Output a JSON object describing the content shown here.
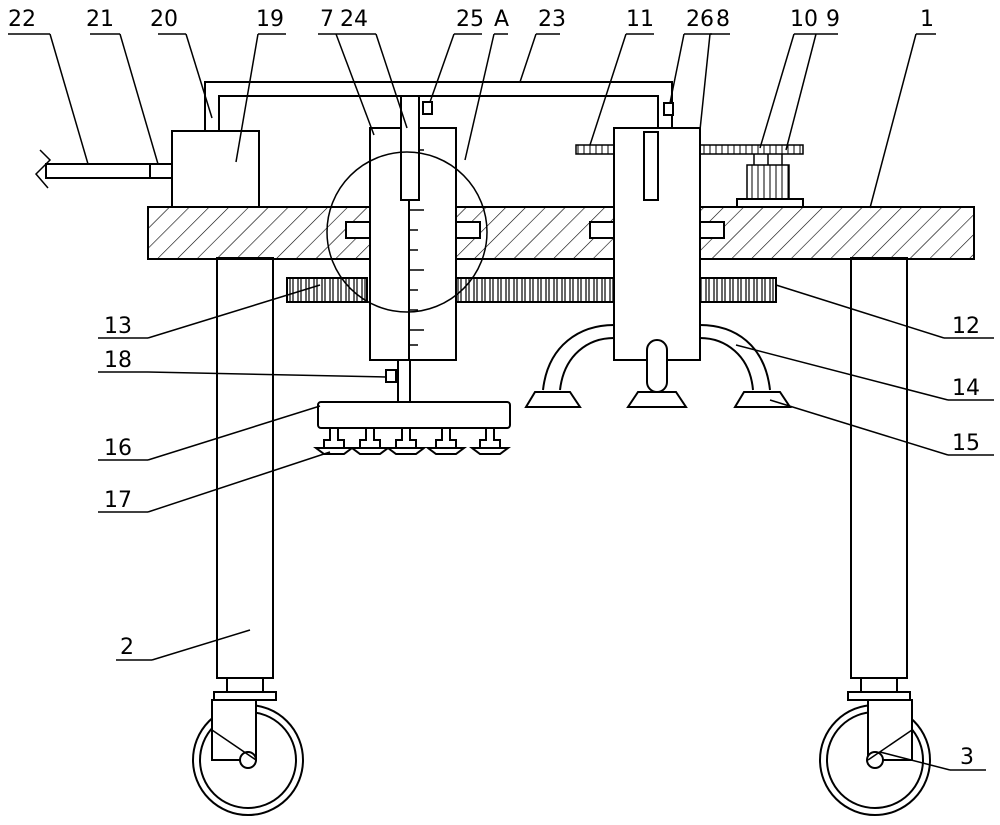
{
  "figure": {
    "labels": {
      "l1": "1",
      "l2": "2",
      "l3": "3",
      "l7": "7",
      "l8": "8",
      "l9": "9",
      "l10": "10",
      "l11": "11",
      "l12": "12",
      "l13": "13",
      "l14": "14",
      "l15": "15",
      "l16": "16",
      "l17": "17",
      "l18": "18",
      "l19": "19",
      "l20": "20",
      "l21": "21",
      "l22": "22",
      "l23": "23",
      "l24": "24",
      "l25": "25",
      "lA": "A",
      "l26": "26"
    }
  }
}
